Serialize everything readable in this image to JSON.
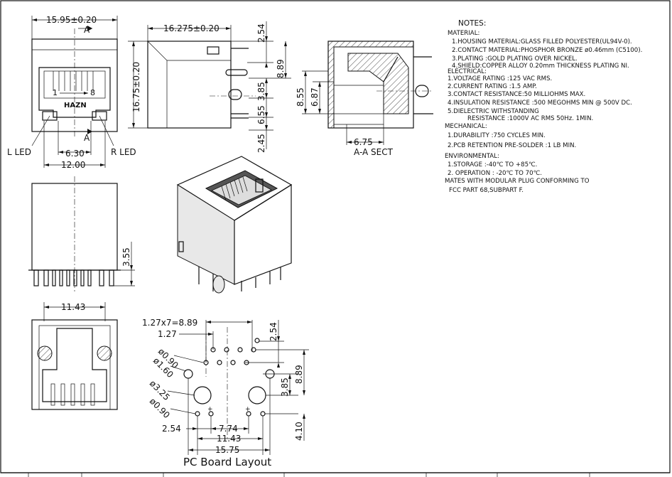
{
  "front_view": {
    "width_dim": "15.95±0.20",
    "section_mark": "A",
    "brand": "HAZN",
    "pin1": "1",
    "pin8": "8",
    "led_left": "L LED",
    "led_right": "R LED",
    "led_spacing": "6.30",
    "led_span": "12.00"
  },
  "side_view": {
    "depth_dim": "16.275±0.20",
    "height_dim": "16.75±0.20",
    "d_254": "2.54",
    "d_889": "8.89",
    "d_385": "3.85",
    "d_655": "6.55",
    "d_245": "2.45"
  },
  "section_view": {
    "d_855": "8.55",
    "d_687": "6.87",
    "d_675": "6.75",
    "label": "A-A SECT"
  },
  "rear_view": {
    "pin_len": "3.55"
  },
  "bottom_view": {
    "width_dim": "11.43"
  },
  "pcb_layout": {
    "pitch_total": "1.27x7=8.89",
    "pitch": "1.27",
    "d_254_top": "2.54",
    "hole_090_top": "ø0.90",
    "hole_160": "ø1.60",
    "hole_325": "ø3.25",
    "hole_090_bot": "ø0.90",
    "d_385": "3.85",
    "d_889": "8.89",
    "d_410": "4.10",
    "d_254_left": "2.54",
    "d_774": "7.74",
    "d_1143": "11.43",
    "d_1575": "15.75",
    "title": "PC Board Layout"
  },
  "notes": {
    "heading": "NOTES:",
    "material_heading": "MATERIAL:",
    "material": [
      "1.HOUSING MATERIAL:GLASS FILLED POLYESTER(UL94V-0).",
      "2.CONTACT MATERIAL:PHOSPHOR BRONZE ø0.46mm (C5100).",
      "3.PLATING :GOLD PLATING OVER NICKEL.",
      "4.SHIELD:COPPER ALLOY 0.20mm THICKNESS PLATING NI."
    ],
    "electrical_heading": "ELECTRICAL:",
    "electrical": [
      "1.VOLTAGE RATING :125 VAC RMS.",
      "2.CURRENT RATING :1.5 AMP.",
      "3.CONTACT RESISTANCE:50 MILLIOHMS MAX.",
      "4.INSULATION RESISTANCE :500 MEGOHMS MIN @ 500V DC.",
      "5.DIELECTRIC WITHSTANDING",
      "RESISTANCE :1000V AC RMS 50Hz. 1MIN."
    ],
    "mechanical_heading": "MECHANICAL:",
    "mechanical": [
      "1.DURABILITY :750 CYCLES MIN.",
      "2.PCB RETENTION PRE-SOLDER :1 LB MIN."
    ],
    "environmental_heading": "ENVIRONMENTAL:",
    "environmental": [
      "1.STORAGE :-40℃ TO +85℃.",
      "2. OPERATION : -20℃ TO 70℃."
    ],
    "mates": [
      "MATES WITH MODULAR PLUG CONFORMING TO",
      "FCC PART 68,SUBPART F."
    ]
  }
}
